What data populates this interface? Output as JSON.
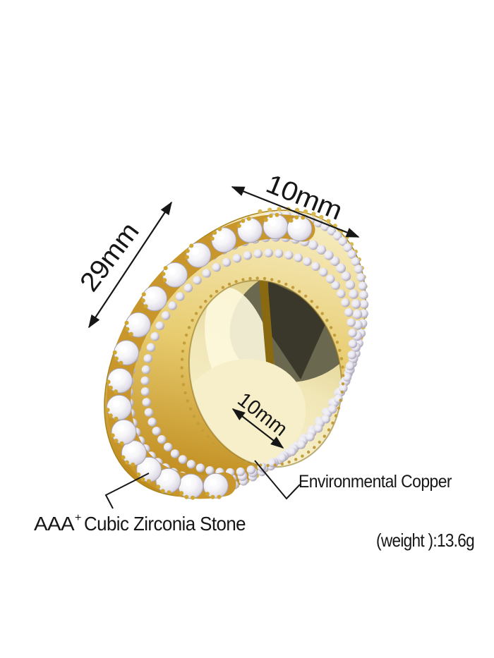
{
  "annotations": {
    "outer_width": "10mm",
    "outer_diameter": "29mm",
    "inner_width": "10mm",
    "material": "Environmental Copper",
    "stone_grade": "AAA",
    "stone_grade_superscript": "+",
    "stone_name": "Cubic Zirconia Stone",
    "weight": "(weight ):13.6g"
  },
  "colors": {
    "background": "#ffffff",
    "annotation_text": "#161616",
    "gold_deep": "#c08c1e",
    "gold_mid": "#d4af37",
    "gold_light": "#f6ecc0",
    "gold_edge": "#a8831c",
    "stone_silver": "#b6b1c2",
    "stone_white": "#f4f3f7",
    "inner_olive": "#6b6850",
    "inner_olive_dark": "#3a382a",
    "inner_slit_gold": "#8a6a10",
    "inner_cream": "#f6efca",
    "inner_highlight": "#fdf8dd"
  }
}
